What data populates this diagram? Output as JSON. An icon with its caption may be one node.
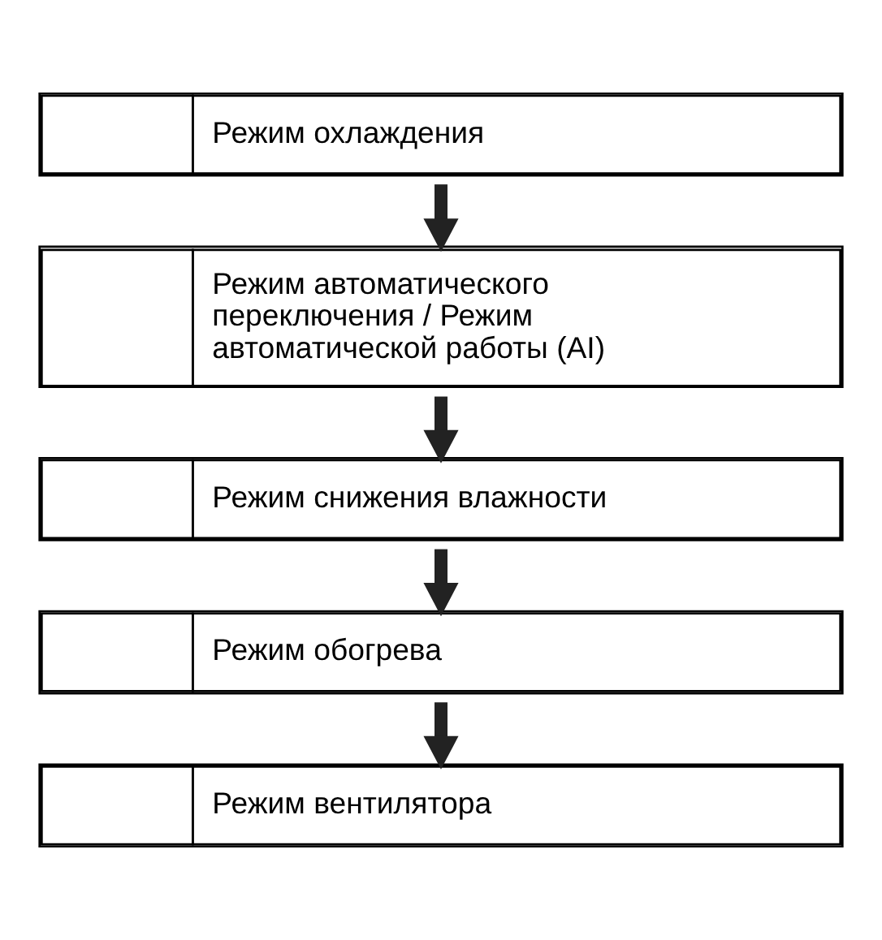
{
  "diagram": {
    "nodes": [
      {
        "text": [
          "Режим охлаждения"
        ]
      },
      {
        "text": [
          "Режим автоматического переключения / Режим автоматической работы (AI)"
        ]
      },
      {
        "text": [
          "Режим снижения влажности"
        ]
      },
      {
        "text": [
          "Режим обогрева"
        ]
      },
      {
        "text": [
          "Режим вентилятора"
        ]
      }
    ],
    "edges": [
      {
        "from": 0,
        "to": 1,
        "arrow": "to"
      },
      {
        "from": 1,
        "to": 2,
        "arrow": "to"
      },
      {
        "from": 2,
        "to": 3,
        "arrow": "to"
      },
      {
        "from": 3,
        "to": 4,
        "arrow": "to"
      }
    ]
  }
}
